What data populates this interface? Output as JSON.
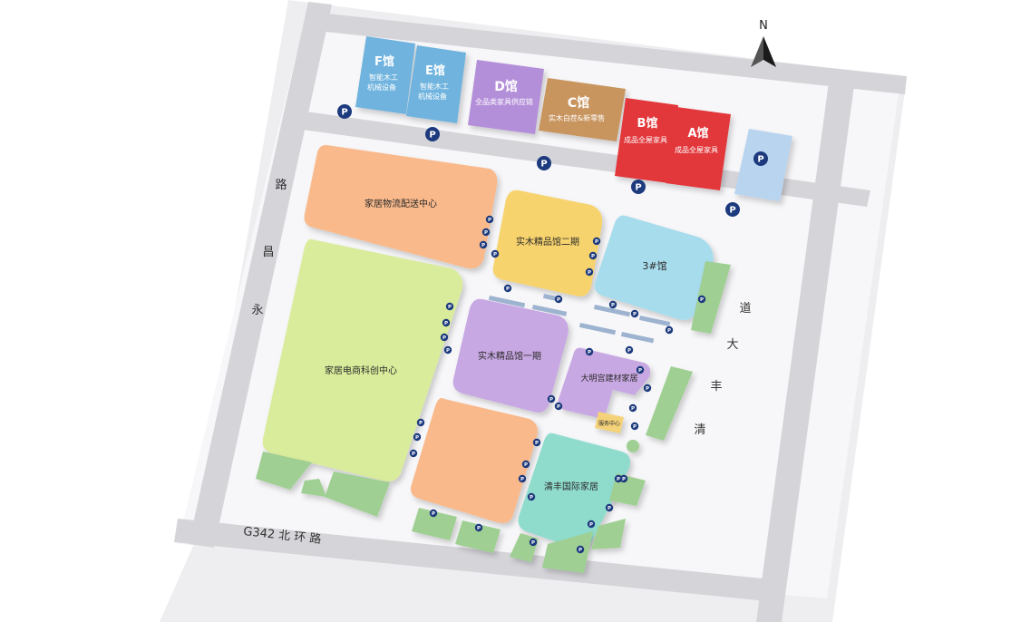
{
  "compass": {
    "label": "N"
  },
  "roads": {
    "north_ring": "G342 北 环 路",
    "west_yongchang_1": "永",
    "west_yongchang_2": "昌",
    "west_yongchang_3": "路",
    "east_qingfeng_1": "清",
    "east_qingfeng_2": "丰",
    "east_qingfeng_3": "大",
    "east_qingfeng_4": "道"
  },
  "halls": {
    "F": {
      "name": "F馆",
      "sub1": "智能木工",
      "sub2": "机械设备"
    },
    "E": {
      "name": "E馆",
      "sub1": "智能木工",
      "sub2": "机械设备"
    },
    "D": {
      "name": "D馆",
      "sub1": "全品类家具供应链"
    },
    "C": {
      "name": "C馆",
      "sub1": "实木白茬&新零售"
    },
    "B": {
      "name": "B馆",
      "sub1": "成品全屋家具"
    },
    "A": {
      "name": "A馆",
      "sub1": "成品全屋家具"
    }
  },
  "buildings": {
    "logistics": "家居物流配送中心",
    "solid_wood_2": "实木精品馆二期",
    "hall3": "3#馆",
    "ecommerce": "家居电商科创中心",
    "solid_wood_1": "实木精品馆一期",
    "daminggong": "大明宫建材家居",
    "service": "服务中心",
    "qingfeng": "清丰国际家居"
  },
  "parking": {
    "label": "P"
  },
  "colors": {
    "blue_hall": "#6fb3de",
    "purple_hall": "#b48fd9",
    "brown_hall": "#c9955e",
    "red_hall": "#e2373b",
    "orange": "#f9b98b",
    "yellow": "#f7d36d",
    "cyan": "#a7dcec",
    "lime": "#d9ec9b",
    "lavender": "#c8a8e3",
    "teal": "#8fdccd",
    "green": "#9fcf92",
    "parking": "#1c3a7d"
  }
}
